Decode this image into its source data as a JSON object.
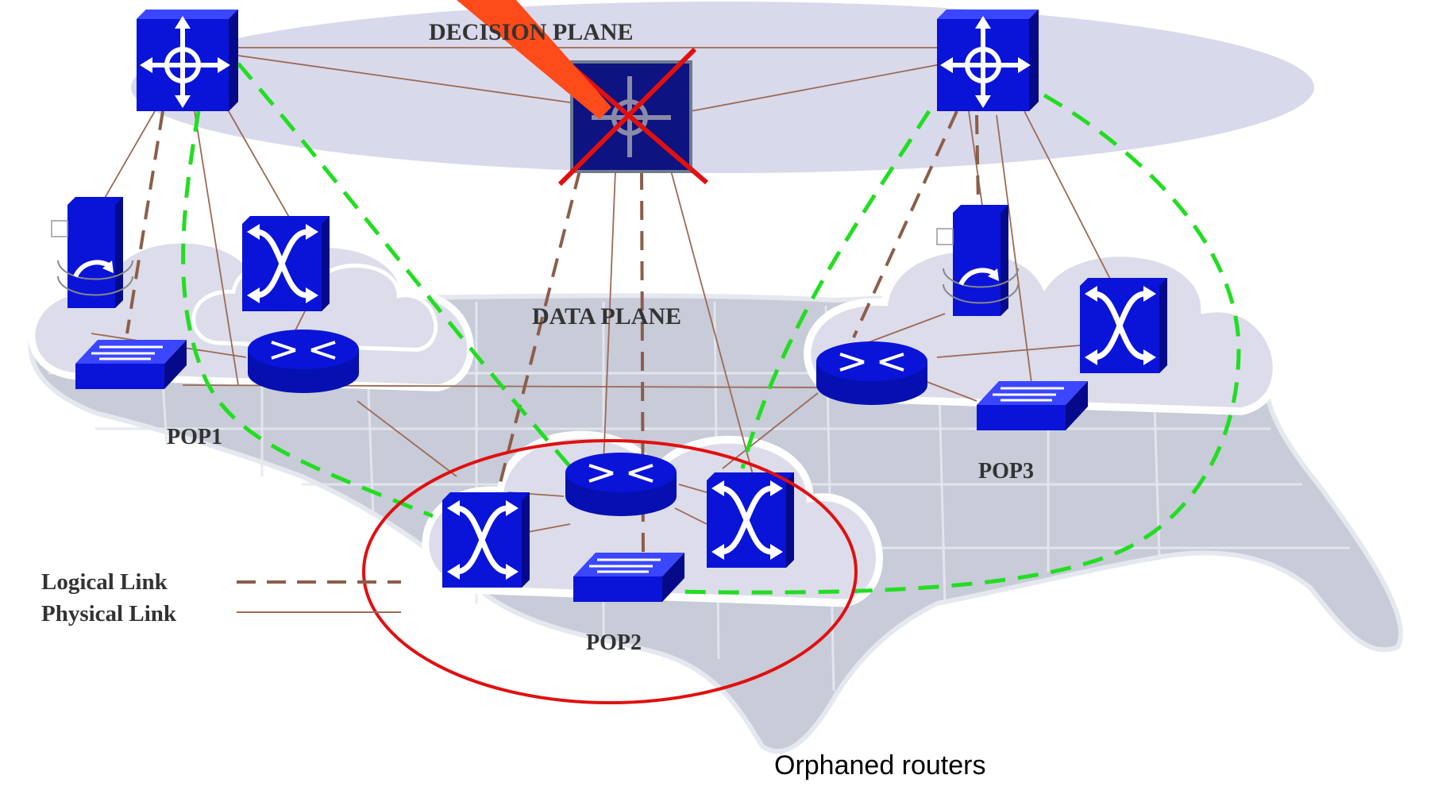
{
  "decision_plane_label": "DECISION PLANE",
  "data_plane_label": "DATA PLANE",
  "pop_labels": {
    "pop1": "POP1",
    "pop2": "POP2",
    "pop3": "POP3"
  },
  "legend": {
    "logical_link": "Logical Link",
    "physical_link": "Physical Link"
  },
  "caption": "Orphaned routers",
  "colors": {
    "device_blue": "#0a14d8",
    "failed_device": "#0d1380",
    "fail_cross": "#e01010",
    "logical_link": "#8b5e4a",
    "physical_link": "#9c6a55",
    "orphan_path": "#22dd22",
    "highlight": "#e01010",
    "pointer": "#ff4a1a",
    "plane": "#d9d9ec",
    "map": "#c8cbd8",
    "cloud": "#dcdcea"
  },
  "icons": {
    "decision_elements": "decision-element-icon",
    "routers": "router-icon",
    "switches": "switch-icon",
    "cross_connects": "cross-connect-icon",
    "firewalls": "firewall-icon"
  }
}
